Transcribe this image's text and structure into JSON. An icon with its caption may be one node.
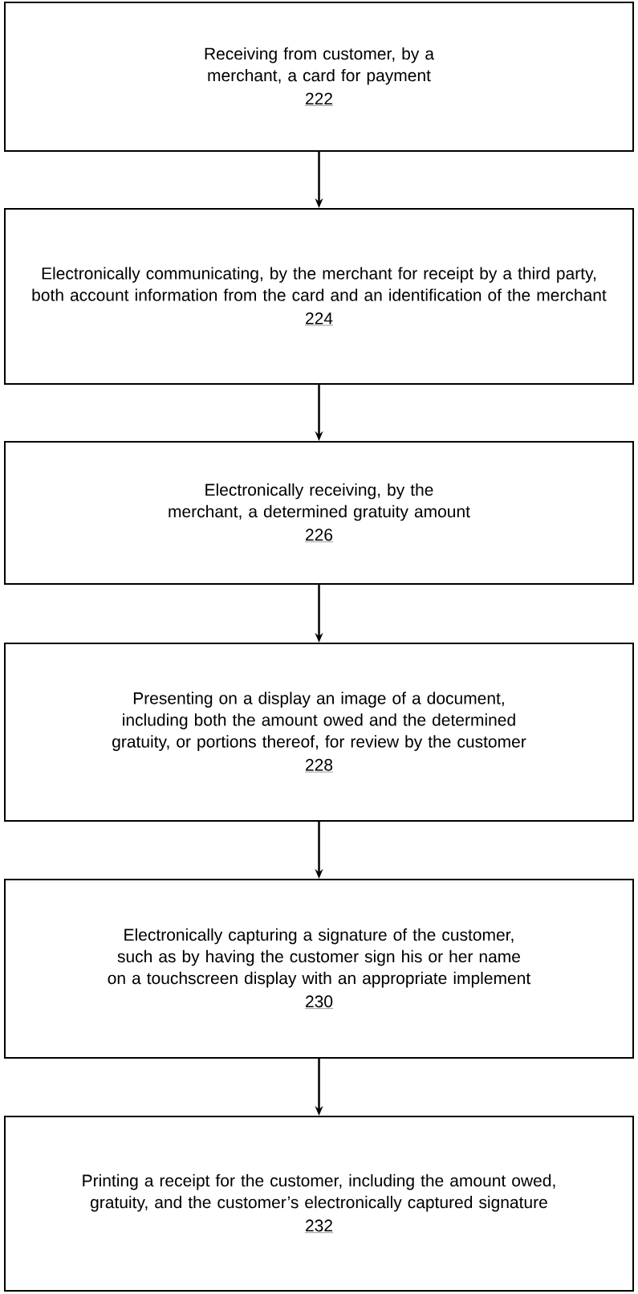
{
  "diagram": {
    "nodes": [
      {
        "text": [
          "Receiving from customer, by a merchant, a card for payment",
          "222"
        ]
      },
      {
        "text": [
          "Electronically communicating, by the merchant for receipt by a third party, both account information from the card and an identification of the merchant",
          "224"
        ]
      },
      {
        "text": [
          "Electronically receiving, by the merchant, a determined gratuity amount",
          "226"
        ]
      },
      {
        "text": [
          "Presenting on a display an image of a document, including both the amount owed and the determined gratuity, or portions thereof, for review by the customer",
          "228"
        ]
      },
      {
        "text": [
          "Electronically capturing a signature of the customer, such as by having the customer sign his or her name on a touchscreen display with an appropriate implement",
          "230"
        ]
      },
      {
        "text": [
          "Printing a receipt for the customer, including the amount owed, gratuity, and the customer’s electronically captured signature",
          "232"
        ]
      }
    ],
    "edges": [
      {
        "from": 0,
        "to": 1,
        "arrow": "to"
      },
      {
        "from": 1,
        "to": 2,
        "arrow": "to"
      },
      {
        "from": 2,
        "to": 3,
        "arrow": "to"
      },
      {
        "from": 3,
        "to": 4,
        "arrow": "to"
      },
      {
        "from": 4,
        "to": 5,
        "arrow": "to"
      }
    ]
  }
}
